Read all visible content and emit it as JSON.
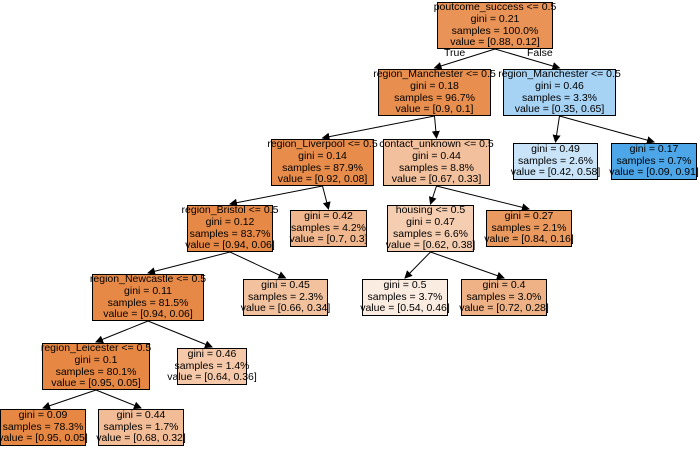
{
  "colors": {
    "class0_strong": "#e5813a",
    "class0_mid": "#e99356",
    "class0_light": "#f2c09c",
    "class1_strong": "#40a0e6",
    "class1_light": "#a6d2f4",
    "border": "#000000",
    "edge": "#000000"
  },
  "branch_labels": {
    "left": "True",
    "right": "False"
  },
  "nodes": [
    {
      "id": "n0",
      "lines": [
        "poutcome_success <= 0.5",
        "gini = 0.21",
        "samples = 100.0%",
        "value = [0.88, 0.12]"
      ],
      "fill": "#e99356"
    },
    {
      "id": "n1",
      "lines": [
        "region_Manchester <= 0.5",
        "gini = 0.18",
        "samples = 96.7%",
        "value = [0.9, 0.1]"
      ],
      "fill": "#e88f4f"
    },
    {
      "id": "n2",
      "lines": [
        "region_Manchester <= 0.5",
        "gini = 0.46",
        "samples = 3.3%",
        "value = [0.35, 0.65]"
      ],
      "fill": "#a6d2f4"
    },
    {
      "id": "n3",
      "lines": [
        "region_Liverpool <= 0.5",
        "gini = 0.14",
        "samples = 87.9%",
        "value = [0.92, 0.08]"
      ],
      "fill": "#e78c4a"
    },
    {
      "id": "n4",
      "lines": [
        "contact_unknown <= 0.5",
        "gini = 0.44",
        "samples = 8.8%",
        "value = [0.67, 0.33]"
      ],
      "fill": "#f2c09c"
    },
    {
      "id": "n5",
      "lines": [
        "gini = 0.49",
        "samples = 2.6%",
        "value = [0.42, 0.58]"
      ],
      "fill": "#c9e4f8"
    },
    {
      "id": "n6",
      "lines": [
        "gini = 0.17",
        "samples = 0.7%",
        "value = [0.09, 0.91]"
      ],
      "fill": "#4ca6e7"
    },
    {
      "id": "n7",
      "lines": [
        "region_Bristol <= 0.5",
        "gini = 0.12",
        "samples = 83.7%",
        "value = [0.94, 0.06]"
      ],
      "fill": "#e78946"
    },
    {
      "id": "n8",
      "lines": [
        "gini = 0.42",
        "samples = 4.2%",
        "value = [0.7, 0.3]"
      ],
      "fill": "#f0b78e"
    },
    {
      "id": "n9",
      "lines": [
        "housing <= 0.5",
        "gini = 0.47",
        "samples = 6.6%",
        "value = [0.62, 0.38]"
      ],
      "fill": "#f5ceb2"
    },
    {
      "id": "n10",
      "lines": [
        "gini = 0.27",
        "samples = 2.1%",
        "value = [0.84, 0.16]"
      ],
      "fill": "#ea995f"
    },
    {
      "id": "n11",
      "lines": [
        "region_Newcastle <= 0.5",
        "gini = 0.11",
        "samples = 81.5%",
        "value = [0.94, 0.06]"
      ],
      "fill": "#e78946"
    },
    {
      "id": "n12",
      "lines": [
        "gini = 0.45",
        "samples = 2.3%",
        "value = [0.66, 0.34]"
      ],
      "fill": "#f2c29f"
    },
    {
      "id": "n13",
      "lines": [
        "gini = 0.5",
        "samples = 3.7%",
        "value = [0.54, 0.46]"
      ],
      "fill": "#fbece1"
    },
    {
      "id": "n14",
      "lines": [
        "gini = 0.4",
        "samples = 3.0%",
        "value = [0.72, 0.28]"
      ],
      "fill": "#efb286"
    },
    {
      "id": "n15",
      "lines": [
        "region_Leicester <= 0.5",
        "gini = 0.1",
        "samples = 80.1%",
        "value = [0.95, 0.05]"
      ],
      "fill": "#e68844"
    },
    {
      "id": "n16",
      "lines": [
        "gini = 0.46",
        "samples = 1.4%",
        "value = [0.64, 0.36]"
      ],
      "fill": "#f4c8a8"
    },
    {
      "id": "n17",
      "lines": [
        "gini = 0.09",
        "samples = 78.3%",
        "value = [0.95, 0.05]"
      ],
      "fill": "#e68843"
    },
    {
      "id": "n18",
      "lines": [
        "gini = 0.44",
        "samples = 1.7%",
        "value = [0.68, 0.32]"
      ],
      "fill": "#f1bc96"
    }
  ],
  "edges": [
    [
      "n0",
      "n1"
    ],
    [
      "n0",
      "n2"
    ],
    [
      "n1",
      "n3"
    ],
    [
      "n1",
      "n4"
    ],
    [
      "n2",
      "n5"
    ],
    [
      "n2",
      "n6"
    ],
    [
      "n3",
      "n7"
    ],
    [
      "n3",
      "n8"
    ],
    [
      "n4",
      "n9"
    ],
    [
      "n4",
      "n10"
    ],
    [
      "n7",
      "n11"
    ],
    [
      "n7",
      "n12"
    ],
    [
      "n9",
      "n13"
    ],
    [
      "n9",
      "n14"
    ],
    [
      "n11",
      "n15"
    ],
    [
      "n11",
      "n16"
    ],
    [
      "n15",
      "n17"
    ],
    [
      "n15",
      "n18"
    ]
  ]
}
